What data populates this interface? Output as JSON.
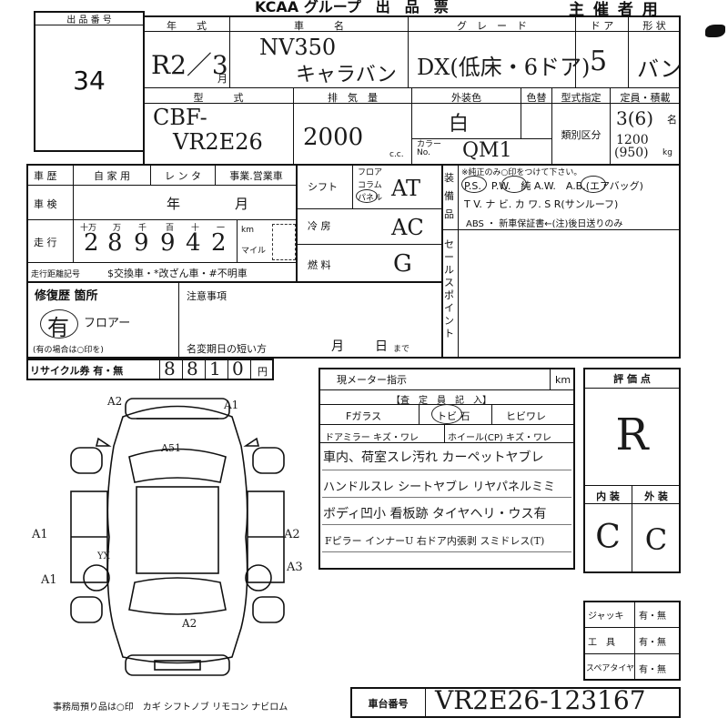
{
  "header": {
    "title": "KCAA グループ　出　品　票",
    "organizer": "主 催 者 用"
  },
  "lot": {
    "label": "出 品 番 号",
    "value": "34"
  },
  "year": {
    "label": "年　　式",
    "value": "R2／3",
    "unit": "月"
  },
  "car_name": {
    "label": "車　　　名",
    "line1": "NV350",
    "line2": "キャラバン"
  },
  "grade": {
    "label": "グ　レ　ー　ド",
    "value": "DX(低床・6ドア)"
  },
  "doors": {
    "label": "ド ア",
    "value": "5"
  },
  "shape": {
    "label": "形 状",
    "value": "バン"
  },
  "model": {
    "label": "型　　　式",
    "line1": "CBF-",
    "line2": "VR2E26"
  },
  "displacement": {
    "label": "排　気　量",
    "value": "2000",
    "unit": "c.c."
  },
  "exterior_color": {
    "label": "外装色",
    "value": "白"
  },
  "color_change": {
    "label": "色替"
  },
  "color_no": {
    "label": "カラー No.",
    "value": "QM1"
  },
  "model_designation": {
    "label": "型式指定"
  },
  "class_division": {
    "label": "類別区分"
  },
  "capacity": {
    "label": "定員・積載",
    "persons": "3(6)",
    "persons_unit": "名",
    "load": "1200",
    "load2": "(950)",
    "load_unit": "kg"
  },
  "history": {
    "label": "車 歴",
    "options": [
      "自 家 用",
      "レ ン タ",
      "事業.営業車"
    ]
  },
  "inspection": {
    "label": "車 検",
    "year": "年",
    "month": "月"
  },
  "mileage": {
    "label": "走 行",
    "units": [
      "十万",
      "万",
      "千",
      "百",
      "十",
      "一"
    ],
    "digits": [
      "2",
      "8",
      "9",
      "9",
      "4",
      "2"
    ],
    "unit_km": "km",
    "unit_mile": "マイル"
  },
  "mileage_record": {
    "label": "走行距離記号",
    "options": "$交換車・*改ざん車・#不明車"
  },
  "shift": {
    "label": "シフト",
    "options": [
      "フロア",
      "コラム",
      "パネル"
    ],
    "value": "AT"
  },
  "aircon": {
    "label": "冷 房",
    "value": "AC"
  },
  "fuel": {
    "label": "燃 料",
    "value": "G"
  },
  "equipment": {
    "label": "装備品",
    "note": "※純正のみ○印をつけて下さい。",
    "row1": "P.S.　P.W.　純 A.W.　A.B.(エアバッグ)",
    "row2": "T V. ナ ビ. カ ワ. S R(サンルーフ)",
    "row3": "ABS ・ 新車保証書←(注)後日送りのみ"
  },
  "sales_point": {
    "label": "セールスポイント"
  },
  "repair": {
    "label": "修復歴 箇所",
    "value": "有",
    "note": "フロアー",
    "footnote": "(有の場合は○印を)"
  },
  "caution": {
    "label": "注意事項"
  },
  "name_change": {
    "label": "名変期日の短い方",
    "month": "月",
    "day": "日",
    "suffix": "まで"
  },
  "recycle": {
    "label": "リサイクル券 有・無",
    "digits": [
      "8",
      "8",
      "1",
      "0"
    ],
    "unit": "円"
  },
  "meter": {
    "label": "現メーター指示",
    "unit": "km"
  },
  "appraisal_header": "【査　定　員　記　入】",
  "glass_row": [
    "Fガラス",
    "トビ 石",
    "ヒビワレ"
  ],
  "mirror_row": [
    "ドアミラー キズ・ワレ",
    "ホイール(CP) キズ・ワレ"
  ],
  "remarks": [
    "車内、荷室スレ汚れ カーペットヤブレ",
    "ハンドルスレ シートヤブレ リヤパネルミミ",
    "ボディ凹小 看板跡 タイヤヘリ・ウス有",
    "Fピラー インナーU 右ドア内張剥 スミドレス(T)"
  ],
  "score": {
    "label": "評 価 点",
    "value": "R"
  },
  "interior": {
    "label": "内 装",
    "value": "C"
  },
  "exterior": {
    "label": "外 装",
    "value": "C"
  },
  "accessories": [
    {
      "label": "ジャッキ",
      "value": "有・無"
    },
    {
      "label": "工　具",
      "value": "有・無"
    },
    {
      "label": "スペアタイヤ",
      "value": "有・無"
    }
  ],
  "office_note": "事務局預り品は○印　カギ シフトノブ リモコン ナビロム",
  "chassis": {
    "label": "車台番号",
    "value": "VR2E26-123167"
  },
  "diagram_marks": [
    "A2",
    "A1",
    "A51",
    "A1",
    "A2",
    "A3",
    "A1",
    "YX",
    "A2"
  ]
}
